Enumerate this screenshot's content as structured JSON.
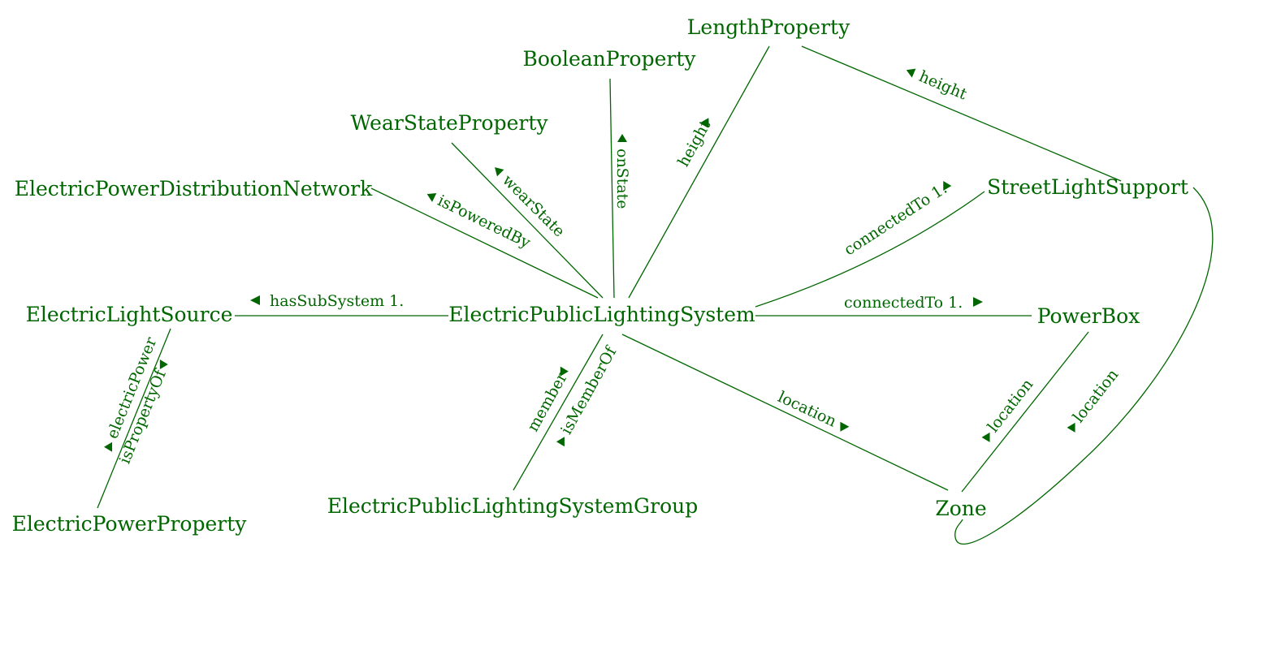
{
  "diagram": {
    "nodes": {
      "length_property": "LengthProperty",
      "boolean_property": "BooleanProperty",
      "wear_state_property": "WearStateProperty",
      "electric_power_distribution_network": "ElectricPowerDistributionNetwork",
      "street_light_support": "StreetLightSupport",
      "electric_light_source": "ElectricLightSource",
      "electric_public_lighting_system": "ElectricPublicLightingSystem",
      "power_box": "PowerBox",
      "electric_public_lighting_system_group": "ElectricPublicLightingSystemGroup",
      "zone": "Zone",
      "electric_power_property": "ElectricPowerProperty"
    },
    "edges": {
      "height_lp_sls": "height",
      "height_eps_lp": "height",
      "on_state": "onState",
      "wear_state": "wearState",
      "is_powered_by": "isPoweredBy",
      "connected_to_sls": "connectedTo 1.",
      "connected_to_pb": "connectedTo 1.",
      "has_sub_system": "hasSubSystem 1.",
      "location_eps_zone": "location",
      "location_pb_zone": "location",
      "location_sls_zone": "location",
      "member": "member",
      "is_member_of": "isMemberOf",
      "electric_power": "electricPower",
      "is_property_of": "isPropertyOf"
    },
    "colors": {
      "ink": "#006600",
      "background": "#ffffff"
    }
  }
}
